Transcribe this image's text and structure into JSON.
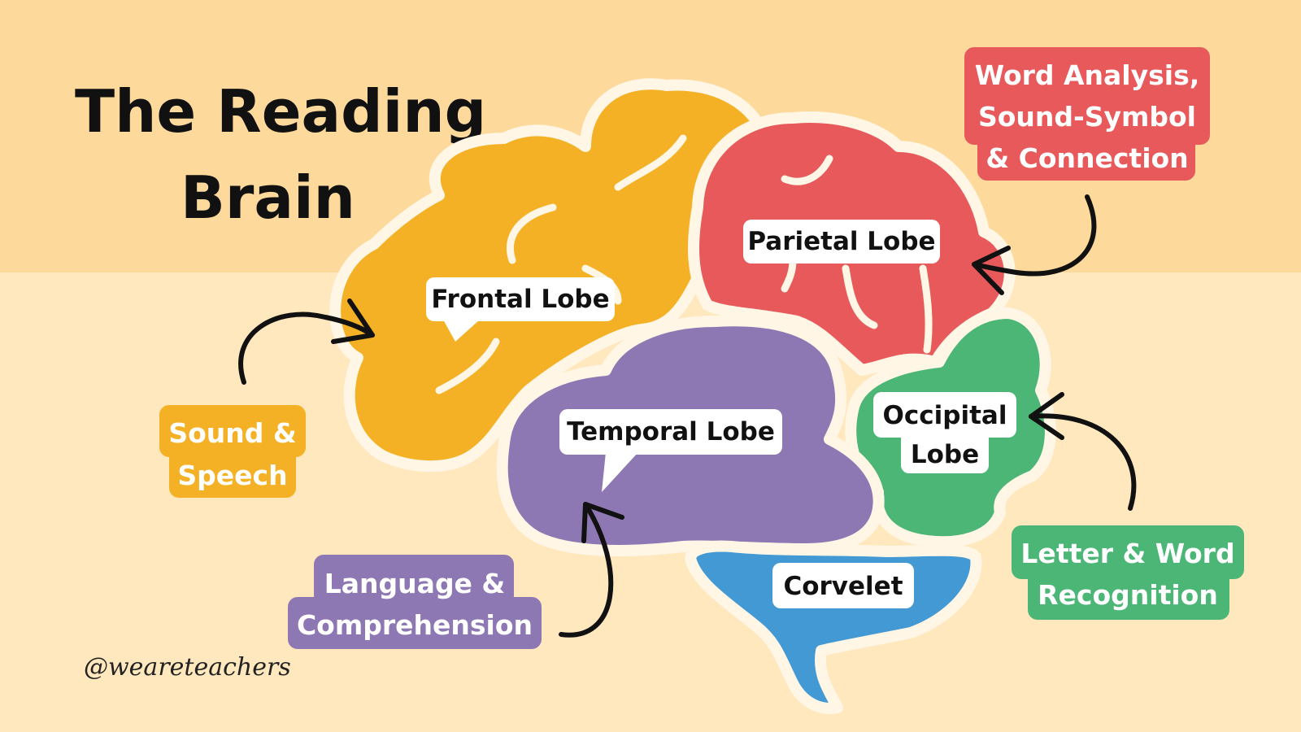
{
  "title": {
    "line1": "The Reading",
    "line2": "Brain"
  },
  "lobes": {
    "frontal": "Frontal Lobe",
    "parietal": "Parietal Lobe",
    "temporal": "Temporal Lobe",
    "occipital_line1": "Occipital",
    "occipital_line2": "Lobe",
    "cerebellum": "Corvelet"
  },
  "functions": {
    "frontal_line1": "Sound &",
    "frontal_line2": "Speech",
    "parietal_line1": "Word Analysis,",
    "parietal_line2": "Sound-Symbol",
    "parietal_line3": "& Connection",
    "temporal_line1": "Language &",
    "temporal_line2": "Comprehension",
    "occipital_line1": "Letter & Word",
    "occipital_line2": "Recognition"
  },
  "credit": "@weareteachers",
  "colors": {
    "background_top": "#FDDA9B",
    "background_bottom": "#FFE7BE",
    "frontal": "#F4B125",
    "parietal": "#E8595B",
    "temporal": "#8E78B3",
    "occipital": "#4BB676",
    "cerebellum": "#4299D3",
    "outline": "#FFF6E6"
  }
}
